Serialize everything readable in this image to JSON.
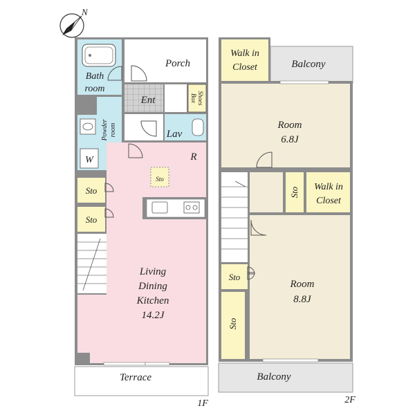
{
  "compass": {
    "north_label": "N",
    "icon": "north-arrow-icon"
  },
  "floor1": {
    "label": "1F",
    "rooms": {
      "porch": "Porch",
      "bath_line1": "Bath",
      "bath_line2": "room",
      "ent": "Ent",
      "shoes_line1": "Shoes",
      "shoes_line2": "Box",
      "powder_line1": "Powder",
      "powder_line2": "room",
      "lav": "Lav",
      "washer": "W",
      "refrigerator": "R",
      "storage_center": "Sto",
      "storage_upper": "Sto",
      "storage_lower": "Sto",
      "ldk_line1": "Living",
      "ldk_line2": "Dining",
      "ldk_line3": "Kitchen",
      "ldk_size": "14.2J",
      "terrace": "Terrace"
    }
  },
  "floor2": {
    "label": "2F",
    "rooms": {
      "wic_top_line1": "Walk in",
      "wic_top_line2": "Closet",
      "balcony_top": "Balcony",
      "room_top": "Room",
      "room_top_size": "6.8J",
      "storage_mid": "Sto",
      "wic_mid_line1": "Walk in",
      "wic_mid_line2": "Closet",
      "storage_left_upper": "Sto",
      "storage_left_lower": "Sto",
      "room_bottom": "Room",
      "room_bottom_size": "8.8J",
      "balcony_bottom": "Balcony"
    }
  },
  "colors": {
    "wall": "#8c8c8c",
    "ldk": "#f9dde3",
    "bath": "#c9e9f1",
    "room": "#f3ecd8",
    "closet": "#fbf6c4",
    "balcony": "#e6e6e6",
    "entry_tile": "#c8c8c8",
    "white": "#ffffff"
  }
}
